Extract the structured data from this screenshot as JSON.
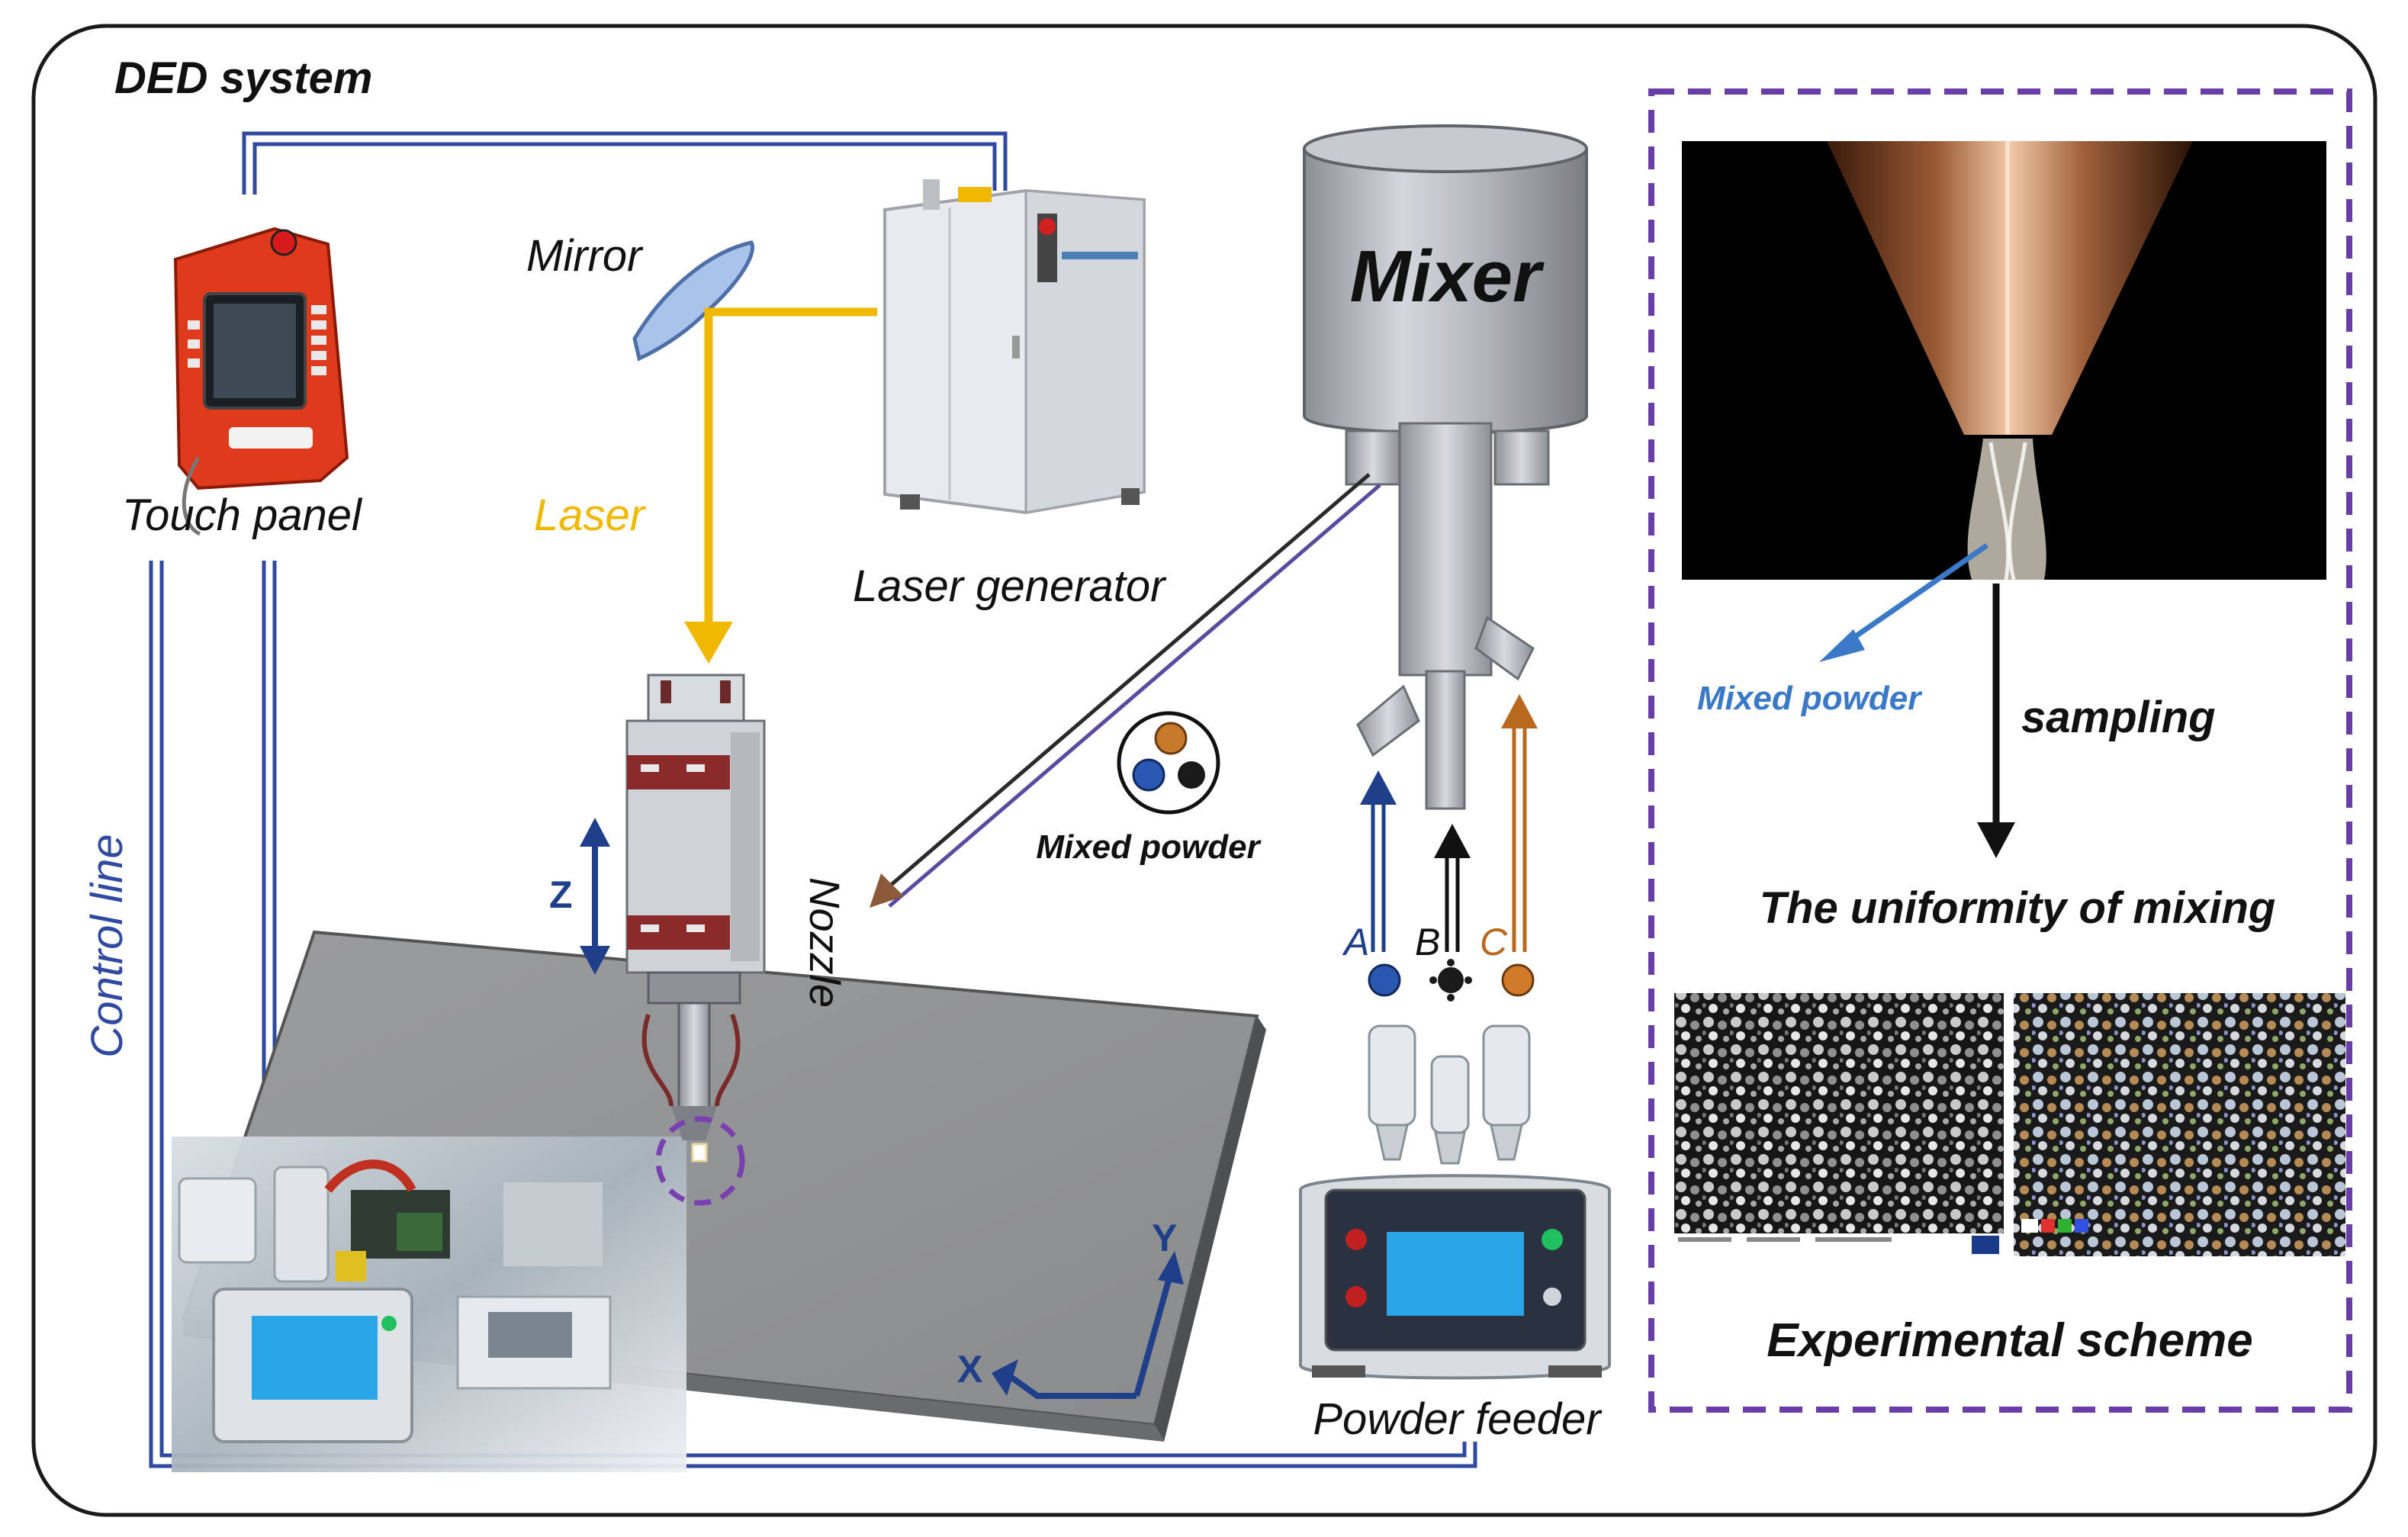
{
  "title": "DED system",
  "labels": {
    "touch_panel": "Touch panel",
    "mirror": "Mirror",
    "laser": "Laser",
    "laser_generator": "Laser generator",
    "mixer": "Mixer",
    "nozzle": "Nozzle",
    "mixed_powder_center": "Mixed powder",
    "control_line": "Control line",
    "powder_feeder": "Powder feeder",
    "axis_z": "Z",
    "axis_x": "X",
    "axis_y": "Y",
    "feed_a": "A",
    "feed_b": "B",
    "feed_c": "C"
  },
  "scheme": {
    "mixed_powder": "Mixed powder",
    "sampling": "sampling",
    "uniformity": "The uniformity of mixing",
    "experimental_scheme": "Experimental scheme"
  },
  "colors": {
    "control_line": "#2f4aa0",
    "laser": "#f0b800",
    "feed_a": "#1f3f8a",
    "feed_b": "#111111",
    "feed_c": "#b8691e",
    "scheme_border": "#6a3ea8",
    "mixed_powder_text": "#3a78c8"
  }
}
